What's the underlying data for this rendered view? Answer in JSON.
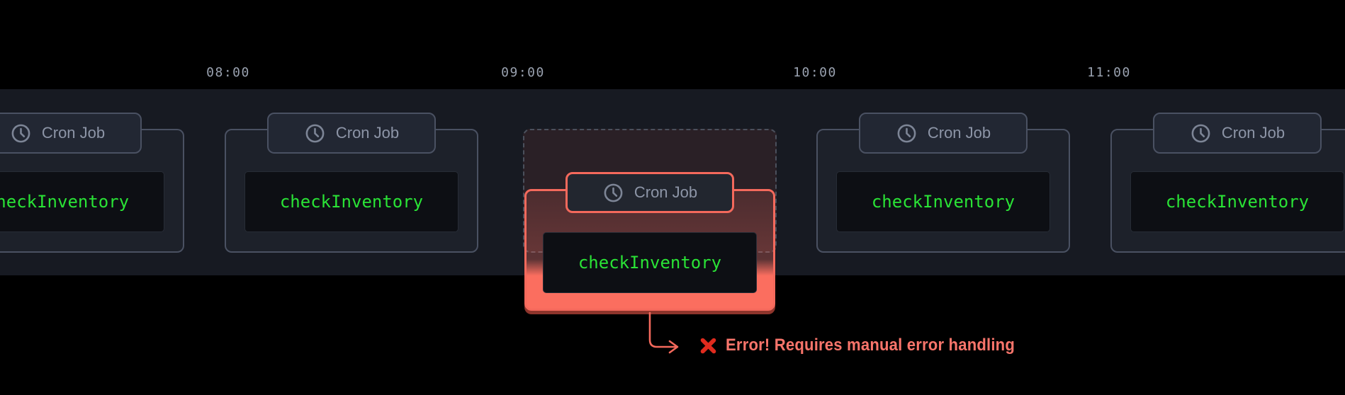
{
  "timeline": {
    "labels": [
      "08:00",
      "09:00",
      "10:00",
      "11:00"
    ]
  },
  "cards": [
    {
      "tag": "Cron Job",
      "code": "checkInventory",
      "state": "ok"
    },
    {
      "tag": "Cron Job",
      "code": "checkInventory",
      "state": "ok"
    },
    {
      "tag": "Cron Job",
      "code": "checkInventory",
      "state": "error"
    },
    {
      "tag": "Cron Job",
      "code": "checkInventory",
      "state": "ok"
    },
    {
      "tag": "Cron Job",
      "code": "checkInventory",
      "state": "ok"
    }
  ],
  "error_note": {
    "icon": "cross-mark",
    "text": "Error! Requires manual error handling"
  },
  "colors": {
    "background": "#000000",
    "band": "#171a22",
    "card_border": "#4a5162",
    "card_bg": "#1d212a",
    "tab_text": "#8d95a7",
    "code_green": "#2ae336",
    "code_bg": "#0d0f14",
    "error_accent": "#f4695c",
    "error_fill": "#fb6e5f",
    "error_text": "#f9756b",
    "time_label": "#9aa2b0"
  }
}
